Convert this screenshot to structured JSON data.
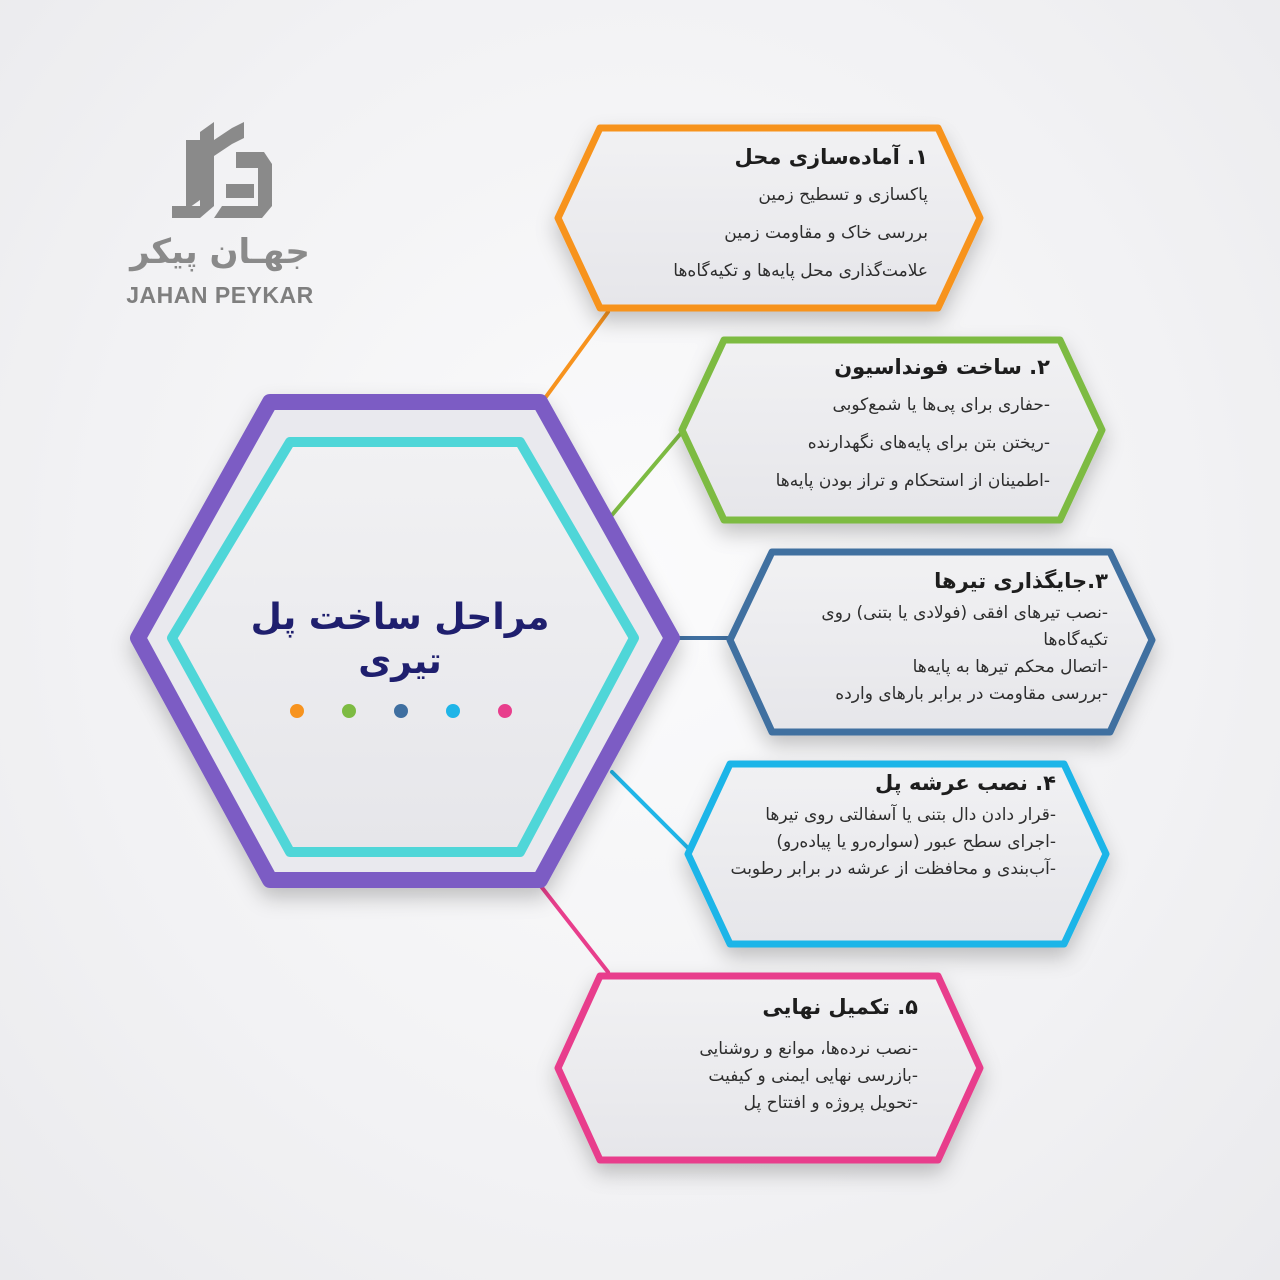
{
  "logo": {
    "name_fa": "جهـان پیکر",
    "name_en": "JAHAN PEYKAR",
    "icon": "jahan-peykar-logo-icon"
  },
  "center": {
    "title": "مراحل ساخت پل تیری",
    "dots": [
      "#f7931e",
      "#7dbb42",
      "#3f6fa0",
      "#1fb5e8",
      "#e83e8c"
    ]
  },
  "colors": {
    "center_outer": "#7b5cc4",
    "center_inner": "#4fd6d8",
    "step1": "#f7931e",
    "step2": "#7dbb42",
    "step3": "#3f6fa0",
    "step4": "#1fb5e8",
    "step5": "#e83e8c"
  },
  "steps": [
    {
      "title": "۱. آماده‌سازی محل",
      "lines": [
        "پاکسازی و تسطیح زمین",
        "بررسی خاک و مقاومت زمین",
        "علامت‌گذاری محل پایه‌ها و تکیه‌گاه‌ها"
      ]
    },
    {
      "title": "۲. ساخت فونداسیون",
      "lines": [
        "-حفاری برای پی‌ها یا شمع‌کوبی",
        "-ریختن بتن برای پایه‌های نگهدارنده",
        "-اطمینان از استحکام و تراز بودن پایه‌ها"
      ]
    },
    {
      "title": "۳.جایگذاری تیرها",
      "lines": [
        "-نصب تیرهای افقی (فولادی یا بتنی) روی تکیه‌گاه‌ها",
        "-اتصال محکم تیرها به پایه‌ها",
        "-بررسی مقاومت در برابر بارهای وارده"
      ]
    },
    {
      "title": "۴. نصب عرشه پل",
      "lines": [
        "-قرار دادن دال بتنی یا آسفالتی روی تیرها",
        "-اجرای سطح عبور (سواره‌رو یا پیاده‌رو)",
        "-آب‌بندی و محافظت از عرشه در برابر رطوبت"
      ]
    },
    {
      "title": "۵. تکمیل نهایی",
      "lines": [
        "-نصب نرده‌ها، موانع و روشنایی",
        "-بازرسی نهایی ایمنی و کیفیت",
        "-تحویل پروژه و افتتاح پل"
      ]
    }
  ]
}
